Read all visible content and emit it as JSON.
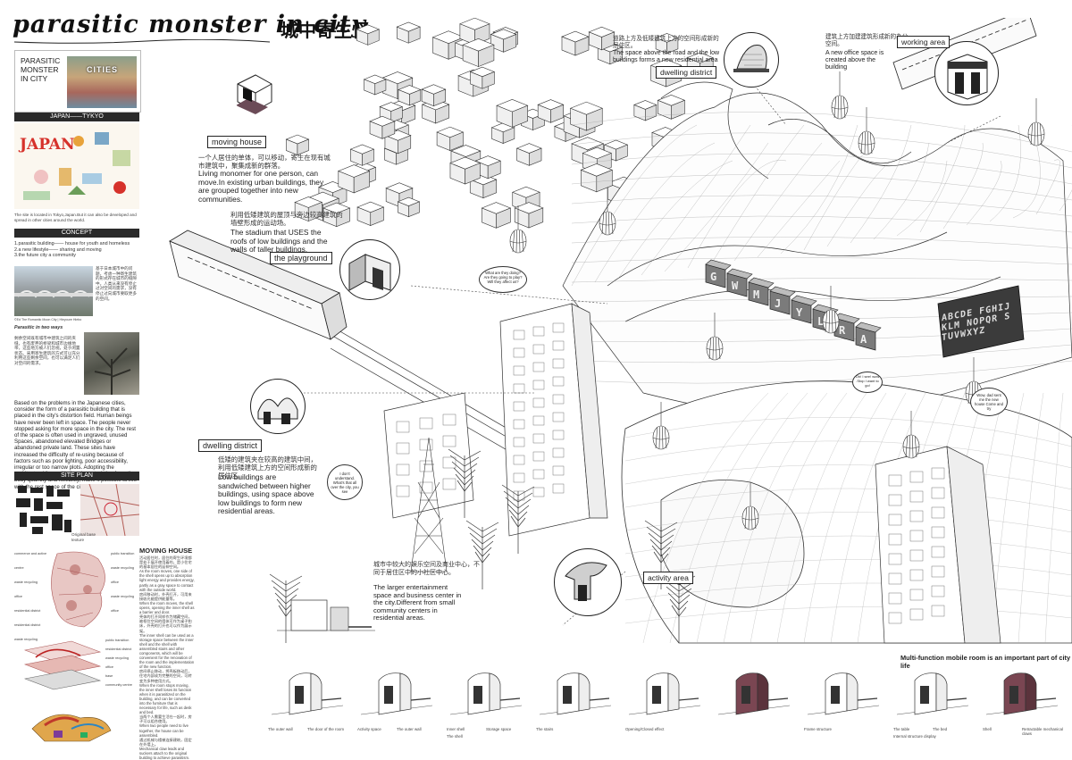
{
  "header": {
    "title": "parasitic monster in city",
    "title_cn": "城中寄生怪"
  },
  "sidebar": {
    "project_title_lines": [
      "PARASITIC",
      "MONSTER",
      "IN CITY"
    ],
    "cities_label": "CITIES",
    "japan_bar": "JAPAN——TYKYO",
    "japan_label": "JAPAN",
    "site_note": "The site is located in Tokyo,Japan.But it can also be developed and spread in other cities around the world.",
    "concept_bar": "CONCEPT",
    "concept_items": [
      "1.parasitic building—— house  for youth and homeless",
      "2.a new lifestyle——   sharing and moving",
      "3.the future city  a community"
    ],
    "photo1_cn": "基于日本城市中的问题，考虑一种寄生建筑的形式存在城市的缝隙中。人类从来没有停止过对空间的需求，没有停止过向城市要取更多的空间。",
    "photo1_caption": "©Ed The Romantic Moon City | Hieyoure Hiebo",
    "parasitic_label": "Parasitic in two ways",
    "photo2_cn": "剩余空间既有城市中建筑之间的夹缝，也有废弃的桥梁和城市边缘地带，这些地方被人们忽视，处于闲置状态。采用寄生建筑的方式可以充分利用这些剩余空间，也可以满足人们对空间的需求。",
    "body_en": "Based on the problems in the Japanese cities, consider the form of a parasitic building that is placed in the city's distortion field. Human beings have never been left in space. The people never stopped asking for more space in the city. The rest of the space is often used in ungraved, unused Spaces, abandoned elevated Bridges or abandoned private land. These sites have increased the difficulty of re-using because of factors such as poor lighting, poor accessibility, irregular or too narrow plots. Adopting the architectural form with the characteristic of small body quantity and flexibility, make it possible to live with the rest space of the city.",
    "site_plan_bar": "SITE PLAN",
    "original_base_texture": "Original base texture",
    "site_plan_labels_left": [
      "commerce and active centre",
      "waste recycling",
      "office",
      "residential district",
      "residential district",
      "waste recycling"
    ],
    "site_plan_labels_right": [
      "public transition",
      "waste recycling",
      "office",
      "waste recycling",
      "office"
    ],
    "site_plan_3d_labels": [
      "public transition",
      "residential district",
      "waste recycling",
      "office",
      "base",
      "community centre"
    ]
  },
  "moving_house": {
    "heading": "MOVING HOUSE",
    "cn_1": "活动居住时，居住的寄生环境都是处于展开使用着的，是小住宅的基本居住的延伸空间。",
    "en_1": "As the room moves, one side of the shell opens up to absorption light energy and provides energy, partly as a gray space to contact with the outside world.",
    "cn_2": "房间移动时，外壳打开，可用来接收光能提供能量等。",
    "en_2": "When the room moves, the shell opens, opening the inner shell as a barrier and door.",
    "cn_3": "壳体的打开同样作为储藏空间，被框住空间的墙体可作为桌子和床，外壳的打开也可以作为展示架。",
    "en_3": "The inner shell can be used as a storage space between the inner shell and the shell with assembled stairs and other components, which will be convenient for the renovation of the room and the implementation of the new function.",
    "cn_4": "房间停止移动，将壳板移动后，住宅内部成为完整的空间，可转变为多种使用方式。",
    "en_4": "When the room stops moving, the inner shell loses its function when it is parasitized on the building, and can be converted into the furniture that is necessary for life, such as desk and bed.",
    "cn_5": "当两个人需要生活在一起时，房子可以组合使用。",
    "en_5": "When two people need to live together, the house can be assembled.",
    "cn_6": "通过机械与楼梯连接建筑，固定在外墙上。",
    "en_6": "Mechanical claw leads and suckers attach to the original building to achieve parasitism."
  },
  "annotations": {
    "moving_house_tag": "moving house",
    "moving_house_cn": "一个人居住的单体，可以移动，寄生在现有城市建筑中，聚集成新的群落。",
    "moving_house_en": "Living monomer for one person, can move.In existing urban buildings, they are grouped together into new communities.",
    "playground_tag": "the playground",
    "playground_cn": "利用低矮建筑的屋顶与旁边较高建筑的墙壁形成的运动场。",
    "playground_en": "The stadium that USES the roofs of low buildings and the walls of taller buildings.",
    "dwelling_top_tag": "dwelling district",
    "dwelling_top_cn": "道路上方及低矮建筑上方的空间形成新的居住区。",
    "dwelling_top_en": "The space above the road and the low buildings forms a new residential area",
    "working_tag": "working area",
    "working_cn": "建筑上方加建建筑形成新的办公空间。",
    "working_en": "A new office space is created above the building",
    "dwelling_mid_tag": "dwelling district",
    "dwelling_mid_cn": "低矮的建筑夹在较高的建筑中间，利用低矮建筑上方的空间形成新的居住区。",
    "dwelling_mid_en": "Low buildings are sandwiched between higher buildings, using space above low buildings to form new residential areas.",
    "activity_tag": "activity area",
    "activity_cn": "城市中较大的娱乐空间及商业中心，不同于居住区中的小社区中心。",
    "activity_en": "The larger entertainment space and business center in the city.Different from small community centers in residential areas.",
    "bubble_1": "What are they doing?Are they going to play?Will they affect us?",
    "bubble_2": "I don't understand. What's that all over the city, you see",
    "bubble_3": "Oh! I see! wow .Stop I want to go!",
    "bubble_4": "Wow, dad sent me the new house Come and try",
    "sign_letters": [
      "G",
      "W",
      "M",
      "J",
      "Y",
      "L",
      "R",
      "A"
    ],
    "billboard_text": "ABCDE FGHIJKLM NOPQR STUVWXYZ"
  },
  "bottom_strip": {
    "heading": "Multi-function mobile room is an important part of city life",
    "frames": [
      {
        "labels": [
          "The outer wall",
          "The door of the room"
        ]
      },
      {
        "labels": [
          "Activity space",
          "The outer wall"
        ]
      },
      {
        "labels": [
          "Inner shell",
          "Storage space",
          "The shell"
        ]
      },
      {
        "labels": [
          "The stairs"
        ]
      },
      {
        "labels": [
          "Opening/Closed effect"
        ]
      },
      {
        "labels": []
      },
      {
        "labels": [
          "Frame structure"
        ]
      },
      {
        "labels": [
          "The table",
          "The bed",
          "Internal structure display"
        ]
      },
      {
        "labels": [
          "Shell",
          "Retractable mechanical claws"
        ]
      }
    ]
  }
}
